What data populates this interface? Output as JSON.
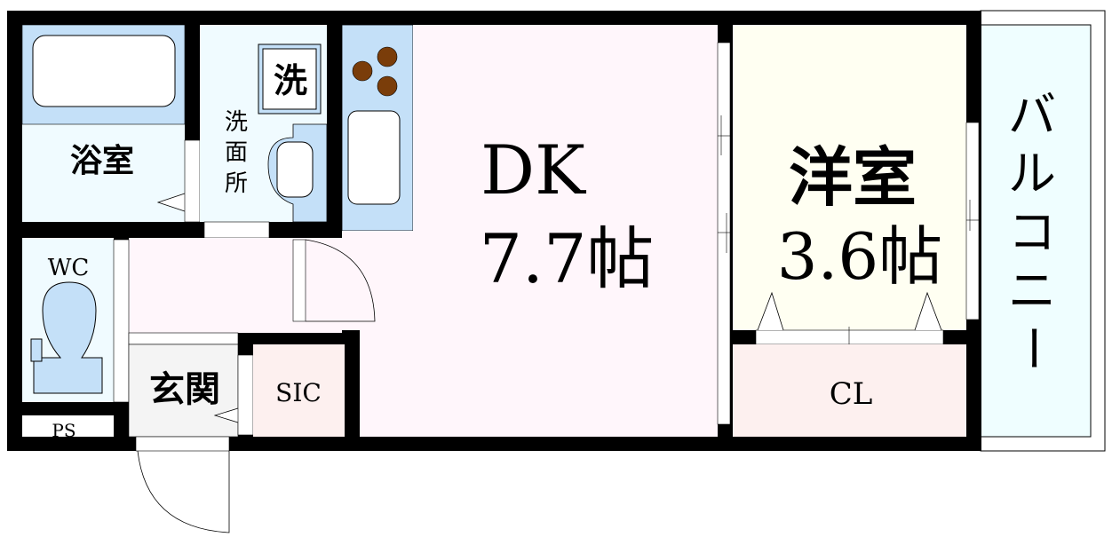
{
  "rooms": {
    "bath": {
      "label": "浴室"
    },
    "washroom": {
      "label_chars": [
        "洗",
        "面",
        "所"
      ],
      "washer_label": "洗"
    },
    "wc": {
      "label": "WC"
    },
    "ps": {
      "label": "PS"
    },
    "entrance": {
      "label": "玄関"
    },
    "sic": {
      "label": "SIC"
    },
    "dk": {
      "label": "DK",
      "size": "7.7帖"
    },
    "western_room": {
      "label": "洋室",
      "size": "3.6帖"
    },
    "closet": {
      "label": "CL"
    },
    "balcony": {
      "label_chars": [
        "バ",
        "ル",
        "コ",
        "ニ",
        "ー"
      ]
    }
  },
  "colors": {
    "wall": "#000000",
    "wet_area": "#f0fbff",
    "fixture_blue": "#c4e0f8",
    "dk_floor": "#fff6fb",
    "western_floor": "#fffff2",
    "closet_floor": "#fdf0ef",
    "sic_floor": "#fdf0ef",
    "entrance_floor": "#f4f4f4",
    "balcony_floor": "#effeff",
    "burner": "#7a3d0a"
  }
}
